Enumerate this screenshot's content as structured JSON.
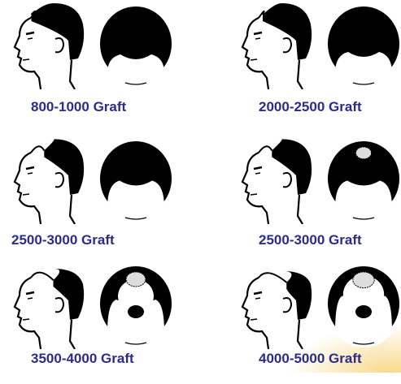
{
  "stages": [
    {
      "label": "800-1000 Graft",
      "crown_spot": false,
      "frontal_recession": 0.1,
      "bald_top": 0.0
    },
    {
      "label": "2000-2500 Graft",
      "crown_spot": false,
      "frontal_recession": 0.2,
      "bald_top": 0.0
    },
    {
      "label": "2500-3000 Graft",
      "crown_spot": false,
      "frontal_recession": 0.45,
      "bald_top": 0.1
    },
    {
      "label": "2500-3000 Graft",
      "crown_spot": true,
      "frontal_recession": 0.45,
      "bald_top": 0.1
    },
    {
      "label": "3500-4000 Graft",
      "crown_spot": true,
      "frontal_recession": 0.7,
      "bald_top": 0.5
    },
    {
      "label": "4000-5000 Graft",
      "crown_spot": true,
      "frontal_recession": 0.85,
      "bald_top": 0.7
    }
  ],
  "colors": {
    "label": "#2b2b8c",
    "hair": "#000000",
    "skin": "#ffffff"
  }
}
